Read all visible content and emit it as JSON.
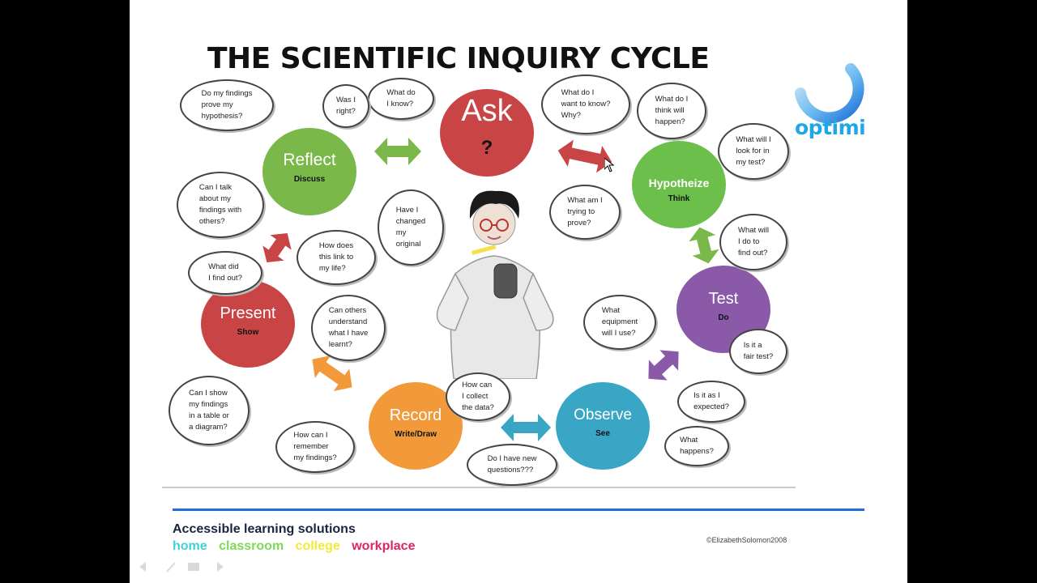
{
  "title": "THE SCIENTIFIC INQUIRY CYCLE",
  "stages": [
    {
      "key": "ask",
      "label": "Ask",
      "sub": "?",
      "color": "#c94444"
    },
    {
      "key": "hypothesize",
      "label": "Hypotheize",
      "sub": "Think",
      "color": "#6cbf4b"
    },
    {
      "key": "test",
      "label": "Test",
      "sub": "Do",
      "color": "#8a5aa8"
    },
    {
      "key": "observe",
      "label": "Observe",
      "sub": "See",
      "color": "#3aa6c6"
    },
    {
      "key": "record",
      "label": "Record",
      "sub": "Write/Draw",
      "color": "#f29a3a"
    },
    {
      "key": "present",
      "label": "Present",
      "sub": "Show",
      "color": "#c94444"
    },
    {
      "key": "reflect",
      "label": "Reflect",
      "sub": "Discuss",
      "color": "#7ab84a"
    }
  ],
  "bubbles": {
    "ask_know": "What do\nI know?",
    "ask_want": "What do I\nwant to know?\nWhy?",
    "hyp_happen": "What do I\nthink will\nhappen?",
    "hyp_look": "What will I\nlook for in\nmy test?",
    "hyp_prove": "What am I\ntrying to\nprove?",
    "test_find": "What will\nI do to\nfind out?",
    "test_equipment": "What\nequipment\nwill I use?",
    "test_fair": "Is it a\nfair test?",
    "obs_expected": "Is it as I\nexpected?",
    "obs_happens": "What\nhappens?",
    "obs_questions": "Do I have new\nquestions???",
    "rec_collect": "How can\nI collect\nthe data?",
    "rec_remember": "How can I\nremember\nmy findings?",
    "pres_findout": "What did\nI find out?",
    "pres_understand": "Can others\nunderstand\nwhat I have\nlearnt?",
    "pres_table": "Can I show\nmy findings\nin a table or\na diagram?",
    "ref_prove": "Do my findings\nprove my\nhypothesis?",
    "ref_right": "Was I\nright?",
    "ref_talk": "Can I talk\nabout my\nfindings with\nothers?",
    "ref_changed": "Have I\nchanged\nmy\noriginal",
    "ref_link": "How does\nthis link to\nmy life?"
  },
  "copyright": "©ElizabethSolomon2008",
  "logo_text": "optimi",
  "footer": {
    "tagline": "Accessible learning solutions",
    "links": [
      {
        "label": "home",
        "color": "#3fd0d8"
      },
      {
        "label": "classroom",
        "color": "#7ed957"
      },
      {
        "label": "college",
        "color": "#f2e93a"
      },
      {
        "label": "workplace",
        "color": "#e0245e"
      }
    ]
  },
  "colors": {
    "arrow_green": "#7ab84a",
    "arrow_red": "#c94444",
    "arrow_purple": "#8a5aa8",
    "arrow_orange": "#f29a3a",
    "arrow_blue": "#3aa6c6",
    "rule": "#1e6fd9",
    "logo": "#1fa7e8"
  }
}
